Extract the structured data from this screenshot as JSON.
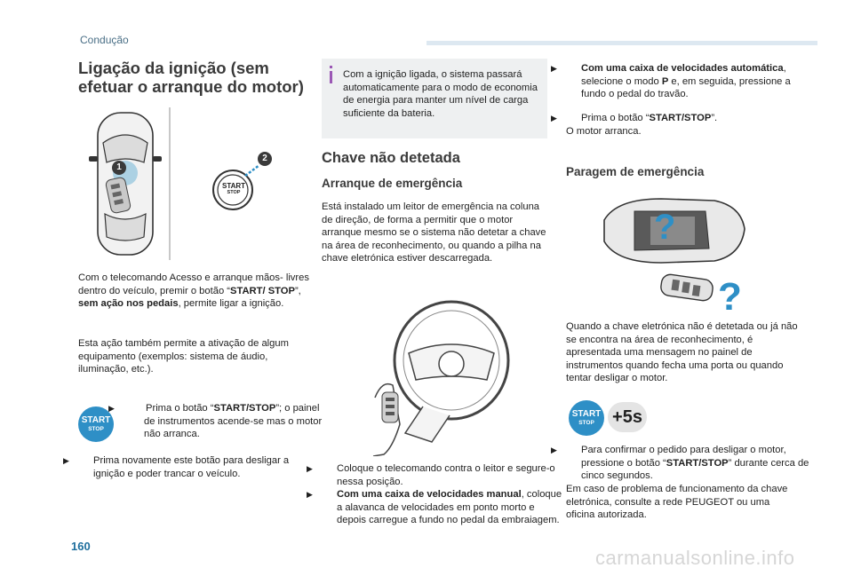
{
  "header": {
    "section": "Condução",
    "page_number": "160"
  },
  "left": {
    "title_line1": "Ligação da ignição (sem",
    "title_line2": "efetuar o arranque do motor)",
    "callout_1": "1",
    "callout_2": "2",
    "p1_a": "Com o telecomando Acesso e arranque mãos-",
    "p1_b": "livres dentro do veículo, premir o botão “",
    "p1_btn": "START/ STOP",
    "p1_c": "”, ",
    "p1_bold": "sem ação nos pedais",
    "p1_d": ", permite ligar a ignição.",
    "p2": "Esta ação também permite a ativação de algum equipamento (exemplos: sistema de áudio, iluminação, etc.).",
    "start_l1": "START",
    "start_l2": "STOP",
    "b1_a": "Prima o botão “",
    "b1_btn": "START/STOP",
    "b1_b": "”; o painel de instrumentos acende-se mas o motor não arranca.",
    "b2": "Prima novamente este botão para desligar a ignição e poder trancar o veículo."
  },
  "middle": {
    "info": "Com a ignição ligada, o sistema passará automaticamente para o modo de economia de energia para manter um nível de carga suficiente da bateria.",
    "section": "Chave não detetada",
    "subsection": "Arranque de emergência",
    "p1": "Está instalado um leitor de emergência na coluna de direção, de forma a permitir que o motor arranque mesmo se o sistema não detetar a chave na área de reconhecimento, ou quando a pilha na chave eletrónica estiver descarregada.",
    "b1": "Coloque o telecomando contra o leitor e segure-o nessa posição.",
    "b2_bold": "Com uma caixa de velocidades manual",
    "b2": ", coloque a alavanca de velocidades em ponto morto e depois carregue a fundo no pedal da embraiagem."
  },
  "right": {
    "b1_bold": "Com uma caixa de velocidades automática",
    "b1_a": ", selecione o modo ",
    "b1_p": "P",
    "b1_b": " e, em seguida, pressione a fundo o pedal do travão.",
    "b2_a": "Prima o botão “",
    "b2_btn": "START/STOP",
    "b2_b": "”.",
    "after": "O motor arranca.",
    "subsection": "Paragem de emergência",
    "p1": "Quando a chave eletrónica não é detetada ou já não se encontra na área de reconhecimento, é apresentada uma mensagem no painel de instrumentos quando fecha uma porta ou quando tentar desligar o motor.",
    "start_l1": "START",
    "start_l2": "STOP",
    "plus5s": "+5s",
    "b3_a": "Para confirmar o pedido para desligar o motor, pressione o botão “",
    "b3_btn": "START/STOP",
    "b3_b": "” durante cerca de cinco segundos.",
    "p2": "Em caso de problema de funcionamento da chave eletrónica, consulte a rede PEUGEOT ou uma oficina autorizada."
  },
  "watermark": "carmanualsonline.info",
  "colors": {
    "accent": "#2e8fc6",
    "info_bar": "#9b58b5",
    "header": "#4a6f86"
  }
}
